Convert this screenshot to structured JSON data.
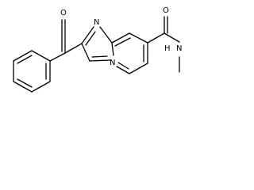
{
  "figure": {
    "atom_labels": {
      "ketone_oxygen": "O",
      "ring_nitrogen_top": "N",
      "ring_nitrogen_bridge": "N",
      "amide_oxygen": "O",
      "amide_nitrogen": "N",
      "amide_hydrogen": "H"
    }
  }
}
